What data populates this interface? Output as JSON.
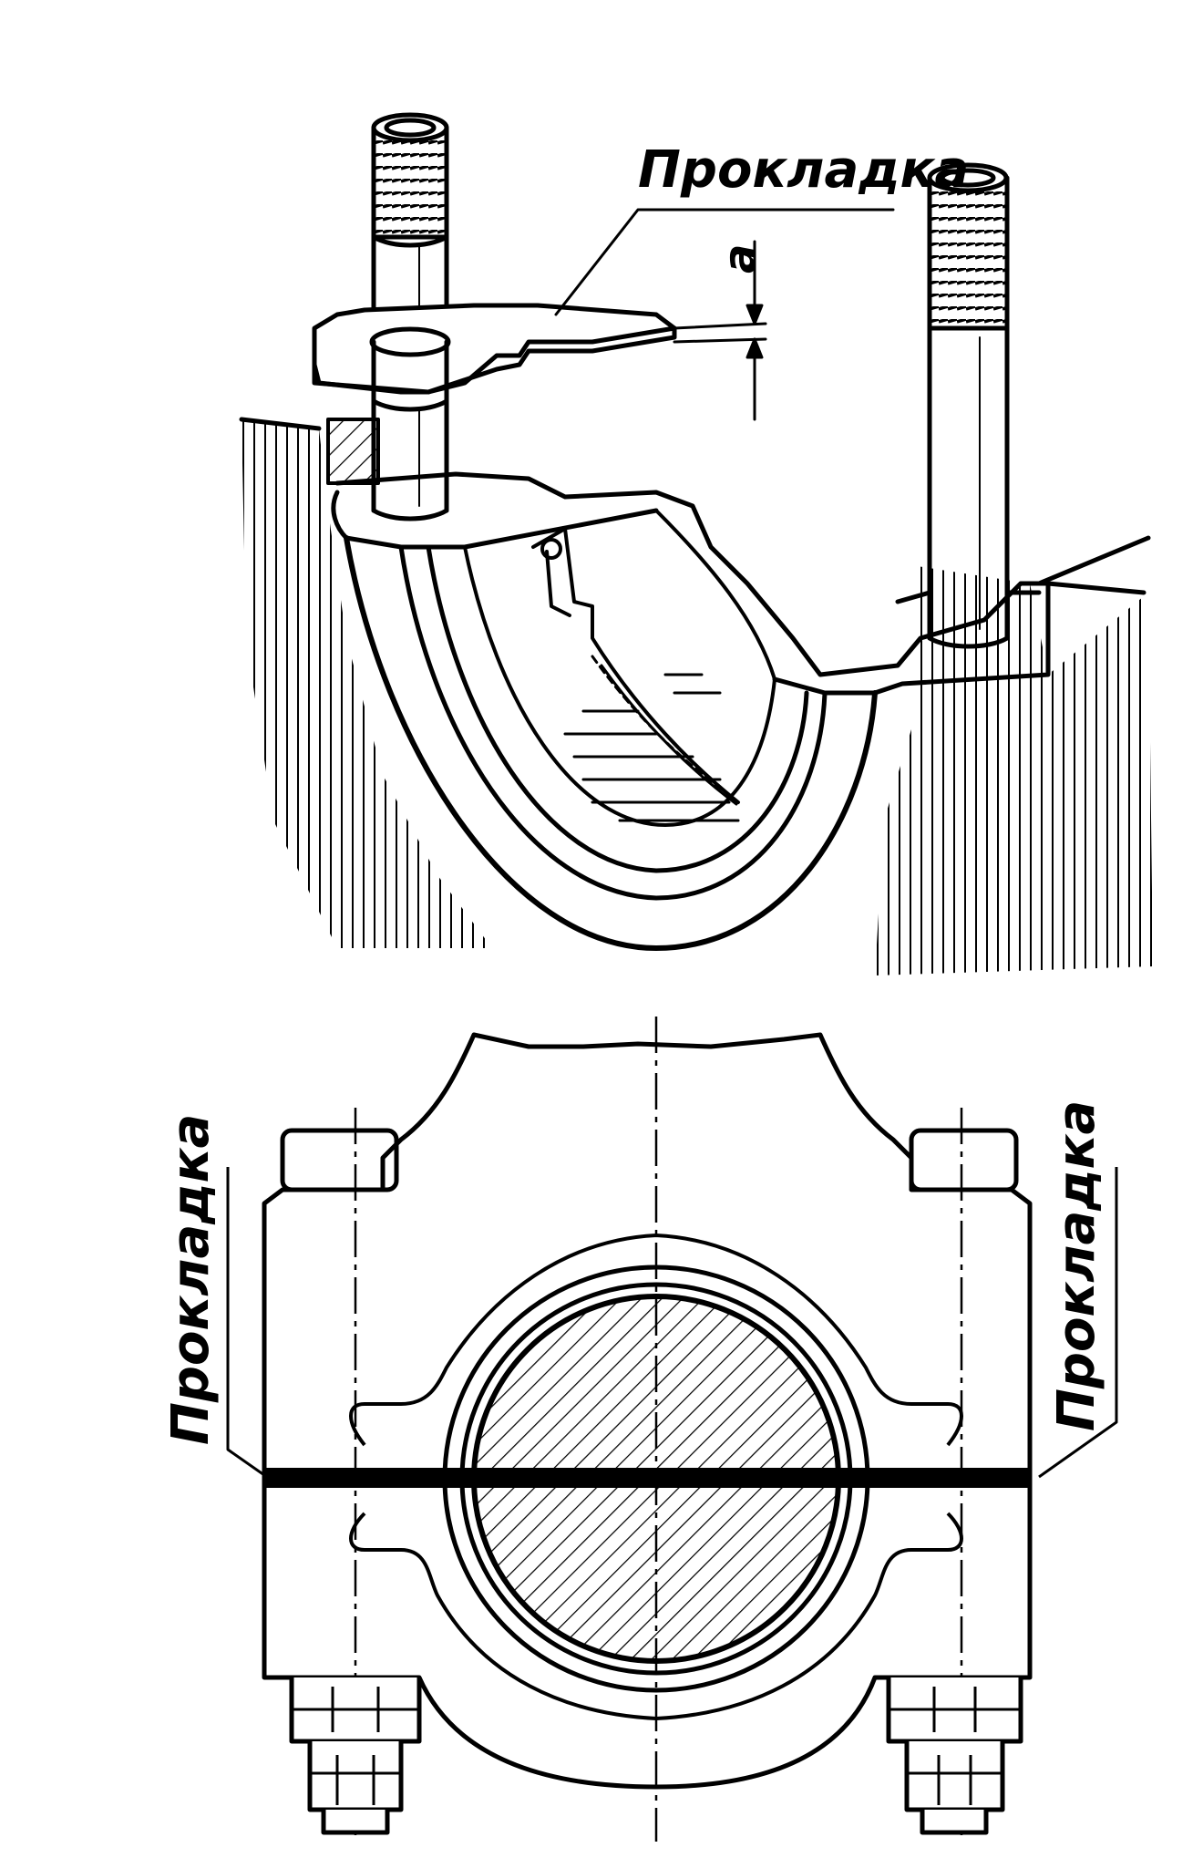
{
  "top_view": {
    "gasket_label": "Прокладка",
    "dimension_label": "a"
  },
  "bottom_view": {
    "gasket_label_left": "Прокладка",
    "gasket_label_right": "Прокладка"
  },
  "colors": {
    "ink": "#000000",
    "paper": "#ffffff"
  }
}
